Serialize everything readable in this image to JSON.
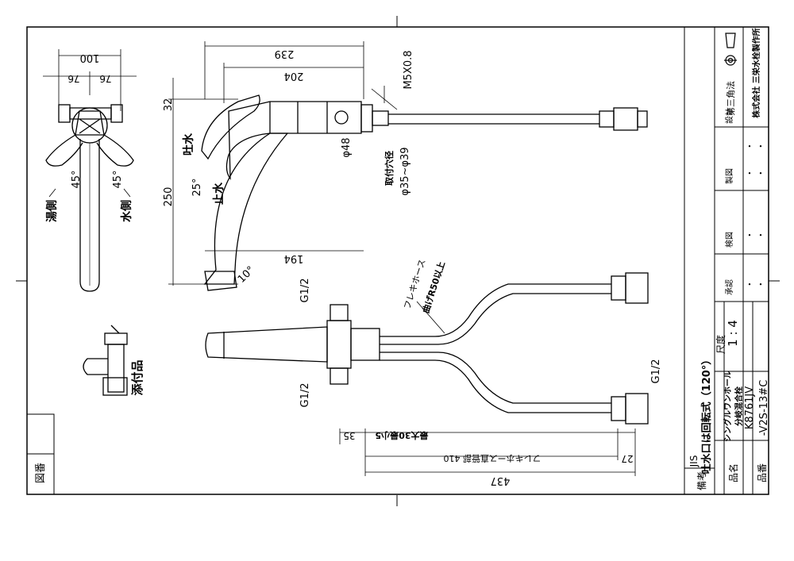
{
  "dimensions": {
    "d100": "100",
    "d76a": "76",
    "d76b": "76",
    "d239": "239",
    "d204": "204",
    "m5": "M5X0.8",
    "d32": "32",
    "d48": "φ48",
    "mount_label": "取付穴径",
    "mount_range": "φ35~φ39",
    "d250": "250",
    "d194": "194",
    "ang25": "25°",
    "ang10": "10°",
    "ang45a": "45°",
    "ang45b": "45°",
    "g12a": "G1/2",
    "g12b": "G1/2",
    "g12c": "G1/2",
    "d35": "35",
    "max30": "最大30最小5",
    "hose_len": "フレキホース直管部 410",
    "d27": "27",
    "d437": "437"
  },
  "labels": {
    "hot_side": "湯側",
    "cold_side": "水側",
    "spout": "吐水",
    "stop": "止水",
    "accessory": "添付品",
    "flex_hose": "フレキホース",
    "bend_radius": "曲げR50以上"
  },
  "title_block": {
    "standard": "JIS",
    "note_label": "備考",
    "note": "吐水口は回転式（120°）",
    "name_label": "品名",
    "name_line1": "シングルワンホール",
    "name_line2": "分岐混合栓",
    "number_label": "品番",
    "number_line1": "K8761JV",
    "number_line2": "-V2S-13#C",
    "scale_label": "尺度",
    "scale": "1 : 4",
    "approve": "承認",
    "check": "検図",
    "draw": "製図",
    "design": "設計",
    "projection": "第三角法",
    "company": "株式会社 三栄水栓製作所",
    "dots": [
      "・",
      "・",
      "・",
      "・",
      "・",
      "・",
      "・",
      "・"
    ],
    "drawing_number_label": "図番"
  }
}
